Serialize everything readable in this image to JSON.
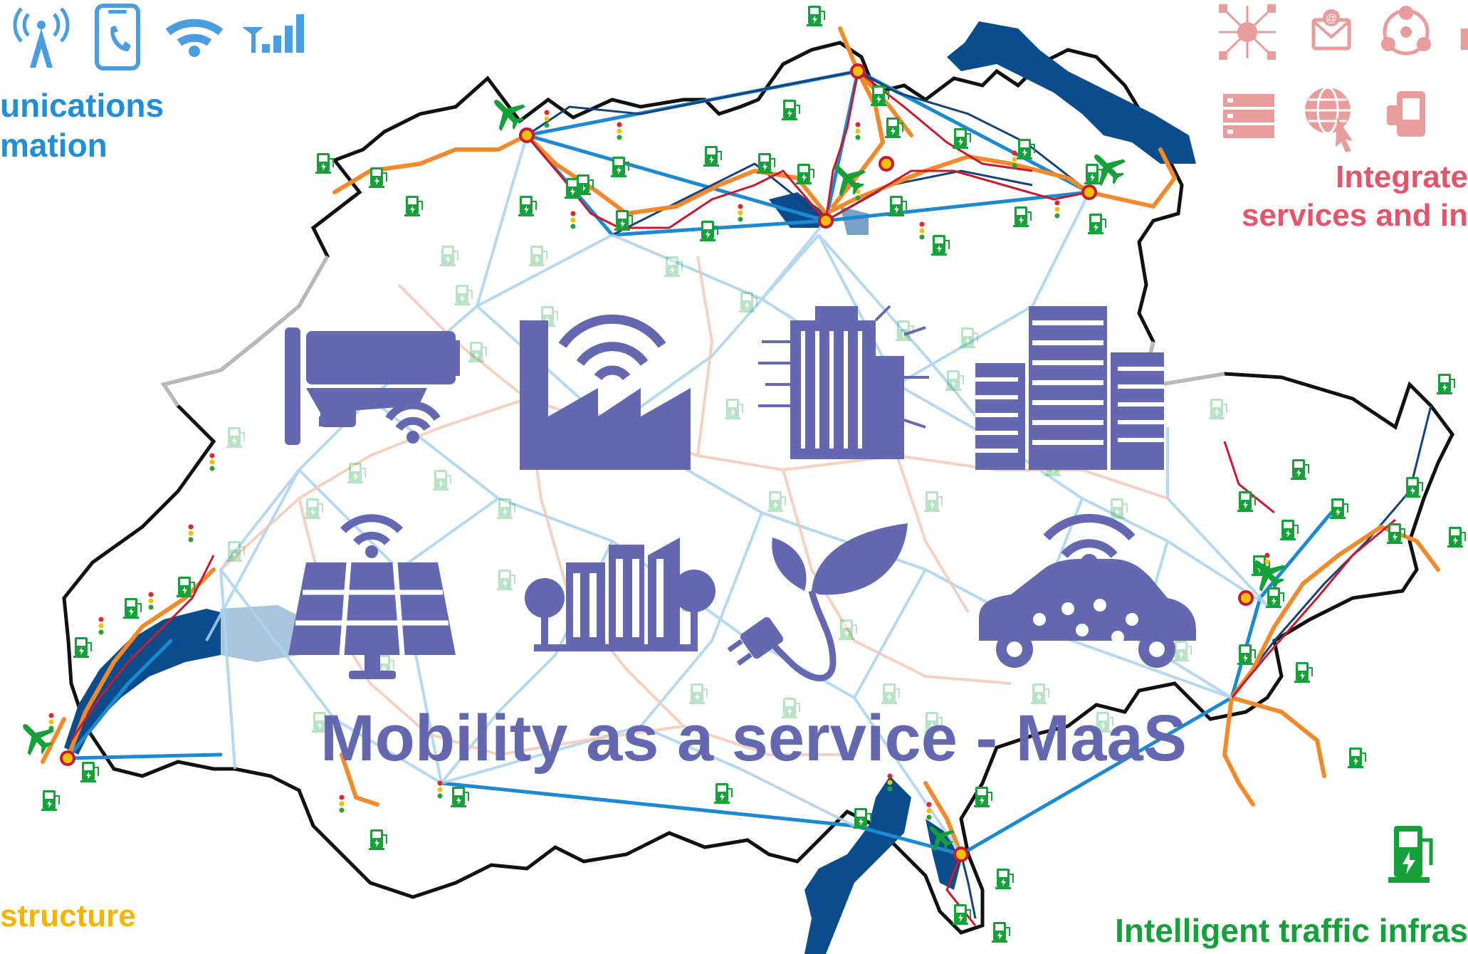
{
  "labels": {
    "communications_line1": "unications",
    "communications_line2": "mation",
    "integrated_line1": "Integrate",
    "integrated_line2": "services and in",
    "infrastructure": "structure",
    "traffic": "Intelligent traffic infras",
    "maas": "Mobility as a service - MaaS"
  },
  "colors": {
    "border": "#111111",
    "lake": "#0b4d8c",
    "rail_orange": "#f28a2c",
    "road_red": "#c8192e",
    "link_blue": "#1b8ad3",
    "link_light": "#a9d3ef",
    "icon_purple": "#6468b0",
    "charger_green": "#16a03a",
    "comm_blue": "#4a9de0",
    "integ_pink": "#e58b8b"
  },
  "icons": {
    "comm_top": [
      "antenna-tower-icon",
      "smartphone-icon",
      "wifi-icon",
      "signal-bars-icon"
    ],
    "integ_top": [
      "network-hub-icon",
      "email-icon",
      "org-network-icon",
      "server-rack-icon",
      "globe-click-icon",
      "mobile-payment-icon"
    ],
    "center": [
      "surveillance-camera-icon",
      "smart-factory-icon",
      "smart-building-icon",
      "city-skyscrapers-icon",
      "solar-panel-icon",
      "green-city-icon",
      "eco-plug-icon",
      "connected-car-icon"
    ],
    "traffic": "ev-charging-station-icon"
  }
}
